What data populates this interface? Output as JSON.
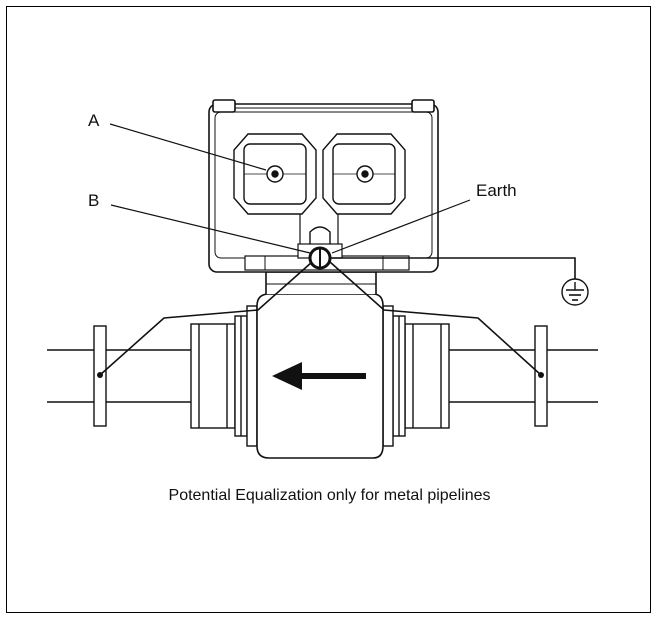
{
  "labels": {
    "a": "A",
    "b": "B",
    "earth": "Earth"
  },
  "caption": "Potential Equalization only for metal pipelines",
  "icons": {
    "ground": "ground-symbol",
    "flow_direction": "left-arrow"
  }
}
